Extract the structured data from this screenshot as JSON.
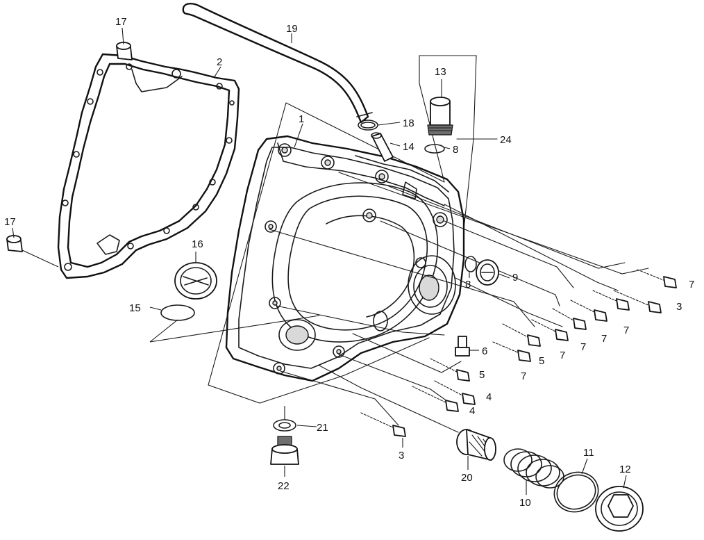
{
  "callouts": {
    "c1": "1",
    "c2": "2",
    "c3a": "3",
    "c3b": "3",
    "c4a": "4",
    "c4b": "4",
    "c5a": "5",
    "c5b": "5",
    "c6": "6",
    "c7a": "7",
    "c7b": "7",
    "c7c": "7",
    "c7d": "7",
    "c7e": "7",
    "c7f": "7",
    "c8a": "8",
    "c8b": "8",
    "c9": "9",
    "c10": "10",
    "c11": "11",
    "c12": "12",
    "c13": "13",
    "c14": "14",
    "c15": "15",
    "c16": "16",
    "c17a": "17",
    "c17b": "17",
    "c18": "18",
    "c19": "19",
    "c20": "20",
    "c21": "21",
    "c22": "22",
    "c24": "24"
  },
  "colors": {
    "ink": "#111111",
    "background": "#ffffff"
  }
}
